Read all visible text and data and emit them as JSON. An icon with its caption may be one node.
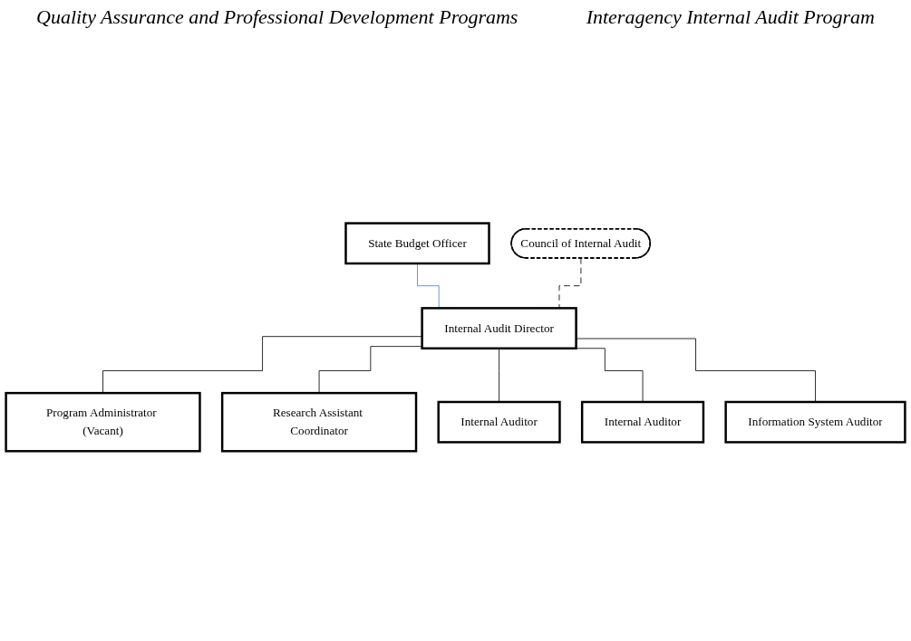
{
  "diagram": {
    "nodes": [
      {
        "text": [
          "State Budget Officer"
        ]
      },
      {
        "text": [
          "Internal Audit Director"
        ]
      },
      {
        "text": [
          "Council of Internal Audit"
        ]
      },
      {
        "text": [
          "Program Administrator (Vacant)"
        ]
      },
      {
        "text": [
          "Research Assistant Coordinator"
        ]
      },
      {
        "text": [
          "Internal Auditor"
        ]
      },
      {
        "text": [
          "Internal Auditor"
        ]
      },
      {
        "text": [
          "Information System Auditor"
        ]
      }
    ],
    "edges": [
      {
        "from": 0,
        "to": 1,
        "arrow": "none",
        "color": "#4f81bd"
      },
      {
        "from": 2,
        "to": 1,
        "arrow": "none",
        "style": "dashed"
      },
      {
        "from": 1,
        "to": 3,
        "arrow": "none"
      },
      {
        "from": 1,
        "to": 4,
        "arrow": "none"
      },
      {
        "from": 1,
        "to": 5,
        "arrow": "none"
      },
      {
        "from": 1,
        "to": 6,
        "arrow": "none"
      },
      {
        "from": 1,
        "to": 7,
        "arrow": "none"
      }
    ],
    "labels": [
      "Quality Assurance and Professional Development Programs",
      "Interagency Internal Audit Program"
    ]
  }
}
